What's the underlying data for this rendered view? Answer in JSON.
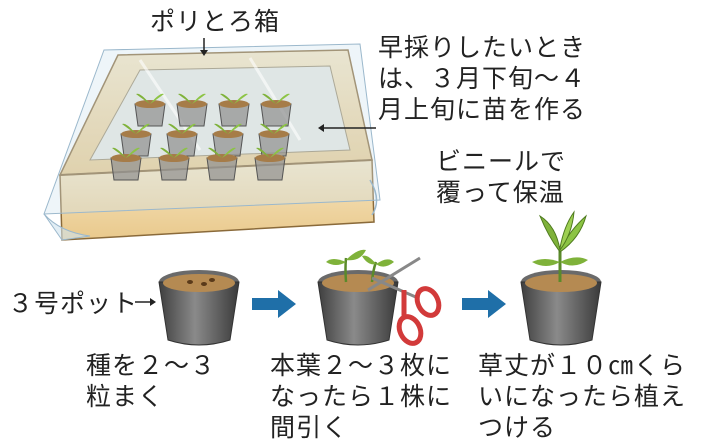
{
  "labels": {
    "box_title": "ポリとろ箱",
    "early_note": "早採りしたいとき\nは、３月下旬～４\n月上旬に苗を作る",
    "vinyl_note": "ビニールで\n覆って保温",
    "pot_label": "３号ポット",
    "step1": "種を２～３\n粒まく",
    "step2": "本葉２～３枚に\nなったら１株に\n間引く",
    "step3": "草丈が１０㎝くら\nいになったら植え\nつける"
  },
  "colors": {
    "arrow": "#1f6fa8",
    "box_wood": "#f3dcae",
    "pot": "#5a5a5a",
    "leaf": "#7fb23a",
    "scissors": "#d23a3a"
  },
  "icons": [
    "arrow-right-icon",
    "scissors-icon"
  ]
}
